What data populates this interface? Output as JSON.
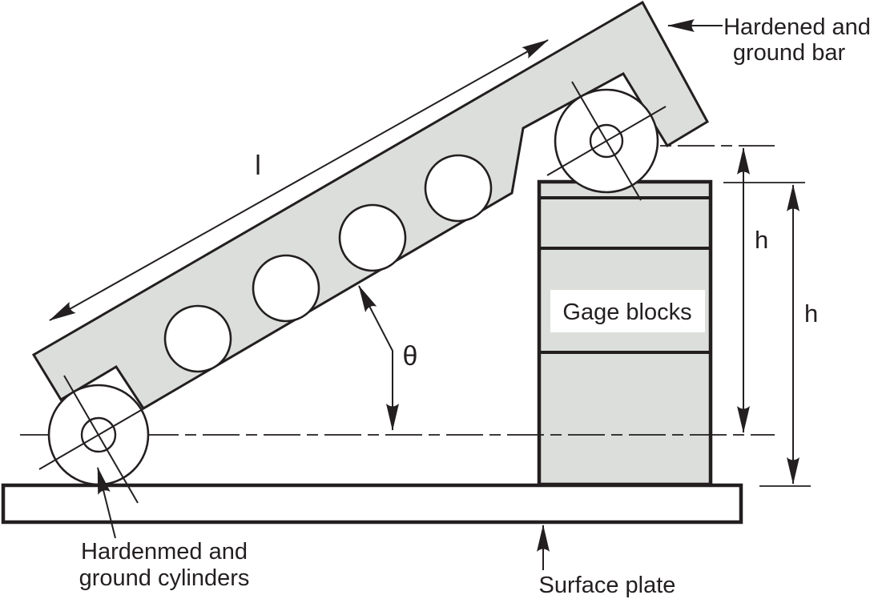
{
  "labels": {
    "hardened_bar_line1": "Hardened and",
    "hardened_bar_line2": "ground bar",
    "cylinders_line1": "Hardenmed and",
    "cylinders_line2": "ground cylinders",
    "surface_plate": "Surface plate",
    "gage_blocks": "Gage blocks",
    "bar_length_symbol": "l",
    "angle_symbol": "θ",
    "height_symbol_inner": "h",
    "height_symbol_outer": "h"
  },
  "colors": {
    "line": "#231f20",
    "bar_fill": "#dcdedb",
    "background": "#ffffff"
  }
}
